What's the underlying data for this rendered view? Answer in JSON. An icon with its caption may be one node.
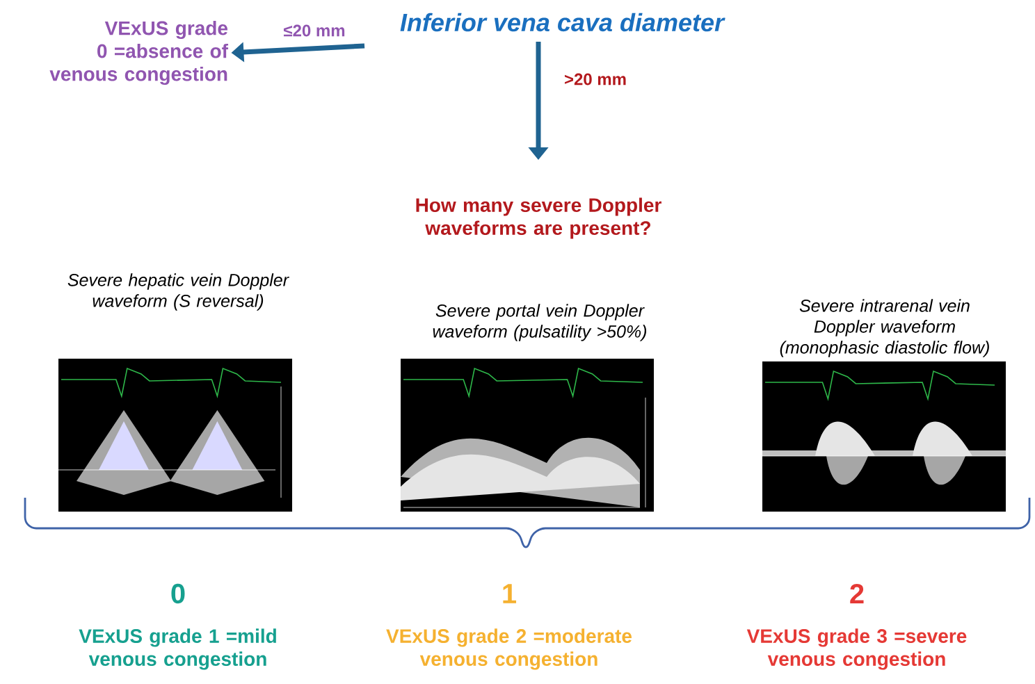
{
  "diagram": {
    "nodes": [
      {
        "text": [
          "Inferior vena cava diameter"
        ]
      },
      {
        "text": [
          "VExUS grade 0 =absence of venous congestion"
        ]
      },
      {
        "text": [
          "How many severe Doppler waveforms are present?"
        ]
      }
    ],
    "edges": [
      {
        "from": 0,
        "to": 1,
        "arrow": "to",
        "label": "≤20 mm"
      },
      {
        "from": 0,
        "to": 2,
        "arrow": "to",
        "label": ">20 mm"
      }
    ],
    "labels": [
      "Severe hepatic vein Doppler waveform (S reversal)",
      "Severe portal vein Doppler waveform (pulsatility >50%)",
      "Severe intrarenal vein Doppler waveform (monophasic diastolic flow)",
      "0",
      "1",
      "2",
      "VExUS grade 1 =mild venous congestion",
      "VExUS grade 2 =moderate venous congestion",
      "VExUS grade 3 =severe venous congestion"
    ]
  }
}
